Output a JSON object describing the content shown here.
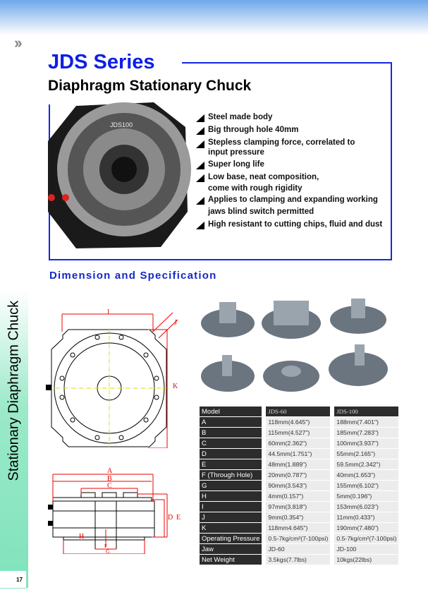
{
  "header": {
    "title": "JDS Series",
    "subtitle": "Diaphragm Stationary Chuck",
    "nav_icon": "double-chevron-icon"
  },
  "features": [
    "Steel made body",
    "Big through hole 40mm",
    "Stepless clamping force, correlated to input pressure",
    "Super long life",
    "Low base, neat composition, come with rough rigidity",
    "Applies to clamping and expanding working jaws blind switch permitted",
    "High resistant to cutting chips, fluid and dust"
  ],
  "section_title": "Dimension and Specification",
  "side_label": "Stationary Diaphragm Chuck",
  "page_number": "17",
  "product_label": "JDS100",
  "diagram_labels": {
    "I": "I",
    "J": "J",
    "K": "K",
    "A": "A",
    "B": "B",
    "C": "C",
    "D": "D",
    "E": "E",
    "F": "F",
    "G": "G",
    "H": "H"
  },
  "spec_table": {
    "headers": [
      "Model",
      "JDS-60",
      "JDS-100"
    ],
    "rows": [
      [
        "A",
        "118mm(4.645\")",
        "188mm(7.401\")"
      ],
      [
        "B",
        "115mm(4.527\")",
        "185mm(7.283\")"
      ],
      [
        "C",
        "60mm(2.362\")",
        "100mm(3.937\")"
      ],
      [
        "D",
        "44.5mm(1.751\")",
        "55mm(2.165\")"
      ],
      [
        "E",
        "48mm(1.889\")",
        "59.5mm(2.342\")"
      ],
      [
        "F (Through Hole)",
        "20mm(0.787\")",
        "40mm(1.653\")"
      ],
      [
        "G",
        "90mm(3.543\")",
        "155mm(6.102\")"
      ],
      [
        "H",
        "4mm(0.157\")",
        "5mm(0.196\")"
      ],
      [
        "I",
        "97mm(3.818\")",
        "153mm(6.023\")"
      ],
      [
        "J",
        "9mm(0.354\")",
        "11mm(0.433\")"
      ],
      [
        "K",
        "118mm4.645\")",
        "190mm(7.480\")"
      ],
      [
        "Operating Pressure",
        "0.5-7kg/cm²(7-100psi)",
        "0.5-7kg/cm²(7-100psi)"
      ],
      [
        "Jaw",
        "JD-60",
        "JD-100"
      ],
      [
        "Net Weight",
        "3.5kgs(7.7lbs)",
        "10kgs(22lbs)"
      ]
    ]
  }
}
